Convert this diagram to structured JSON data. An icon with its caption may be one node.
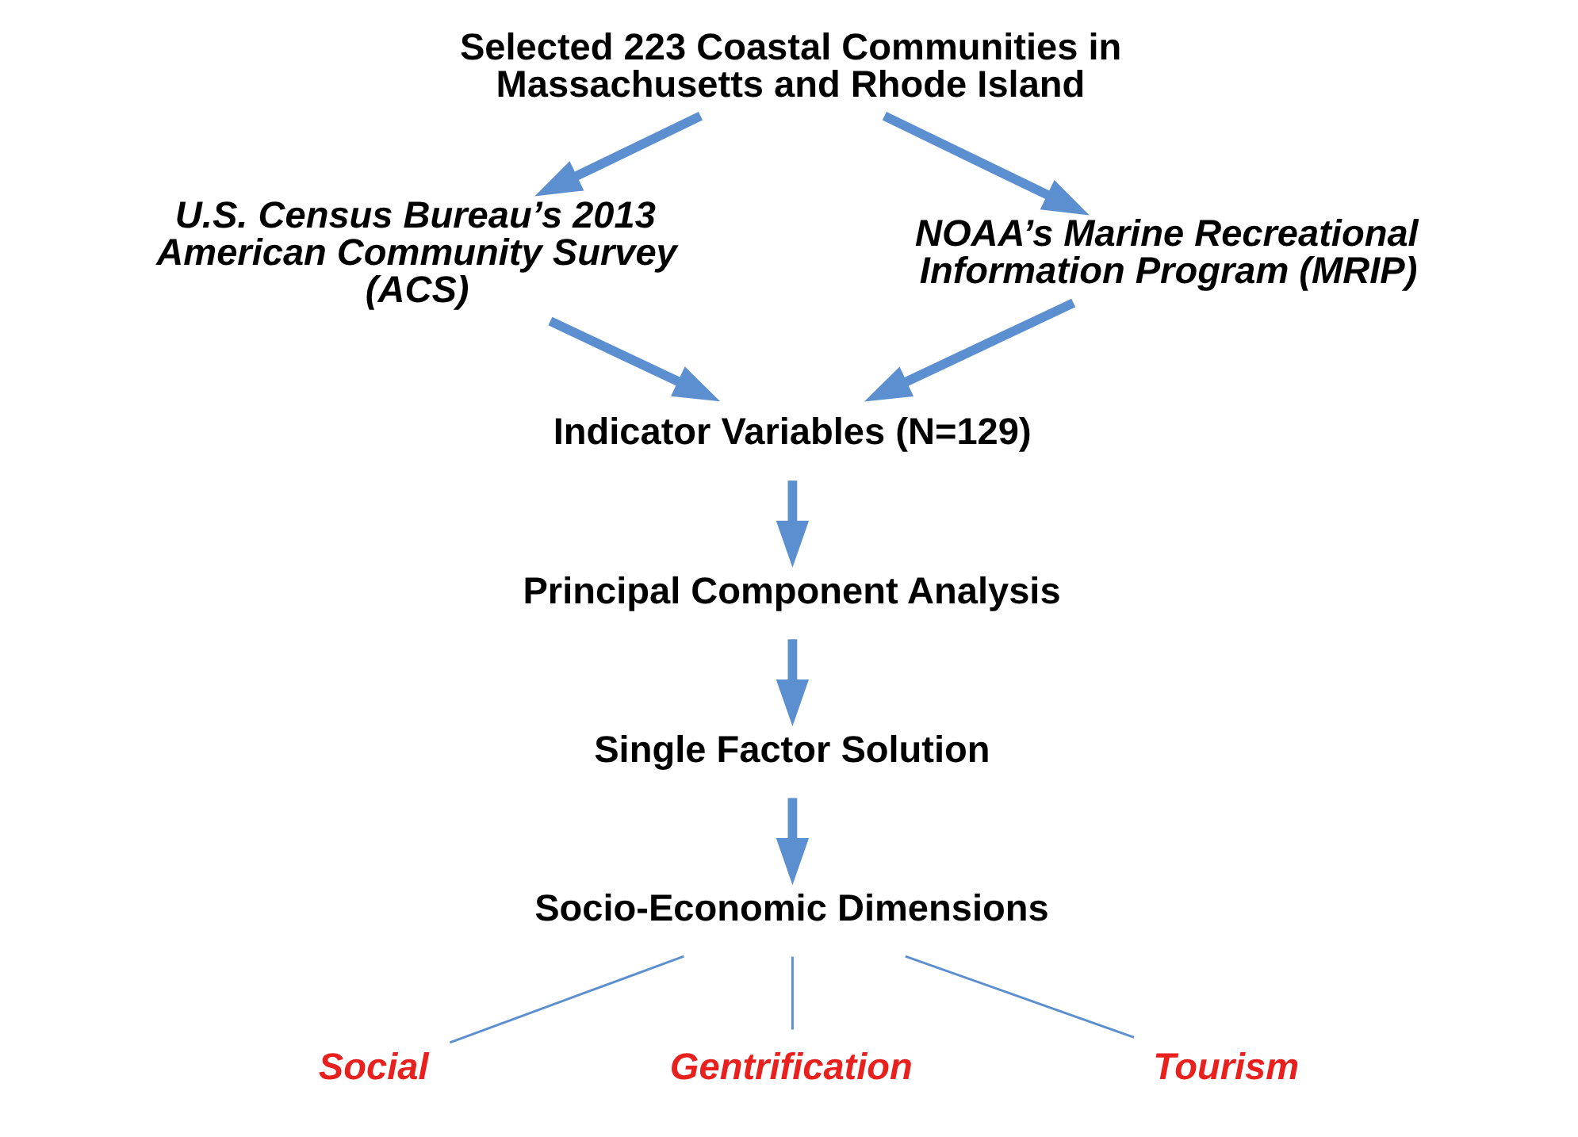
{
  "diagram": {
    "nodes": [
      {
        "text": [
          "Selected 223 Coastal Communities in Massachusetts and Rhode Island"
        ]
      },
      {
        "text": [
          "U.S. Census Bureau’s 2013 American Community Survey (ACS)"
        ]
      },
      {
        "text": [
          "NOAA’s Marine Recreational Information Program (MRIP)"
        ]
      },
      {
        "text": [
          "Indicator Variables (N=129)"
        ]
      },
      {
        "text": [
          "Principal Component Analysis"
        ]
      },
      {
        "text": [
          "Single Factor Solution"
        ]
      },
      {
        "text": [
          "Socio-Economic Dimensions"
        ]
      },
      {
        "text": [
          "Social"
        ]
      },
      {
        "text": [
          "Gentrification"
        ]
      },
      {
        "text": [
          "Tourism"
        ]
      }
    ],
    "edges": [
      {
        "from": 0,
        "to": 1,
        "arrow": "to"
      },
      {
        "from": 0,
        "to": 2,
        "arrow": "to"
      },
      {
        "from": 1,
        "to": 3,
        "arrow": "to"
      },
      {
        "from": 2,
        "to": 3,
        "arrow": "to"
      },
      {
        "from": 3,
        "to": 4,
        "arrow": "to"
      },
      {
        "from": 4,
        "to": 5,
        "arrow": "to"
      },
      {
        "from": 5,
        "to": 6,
        "arrow": "to"
      },
      {
        "from": 6,
        "to": 7,
        "arrow": "none"
      },
      {
        "from": 6,
        "to": 8,
        "arrow": "none"
      },
      {
        "from": 6,
        "to": 9,
        "arrow": "none"
      }
    ]
  }
}
